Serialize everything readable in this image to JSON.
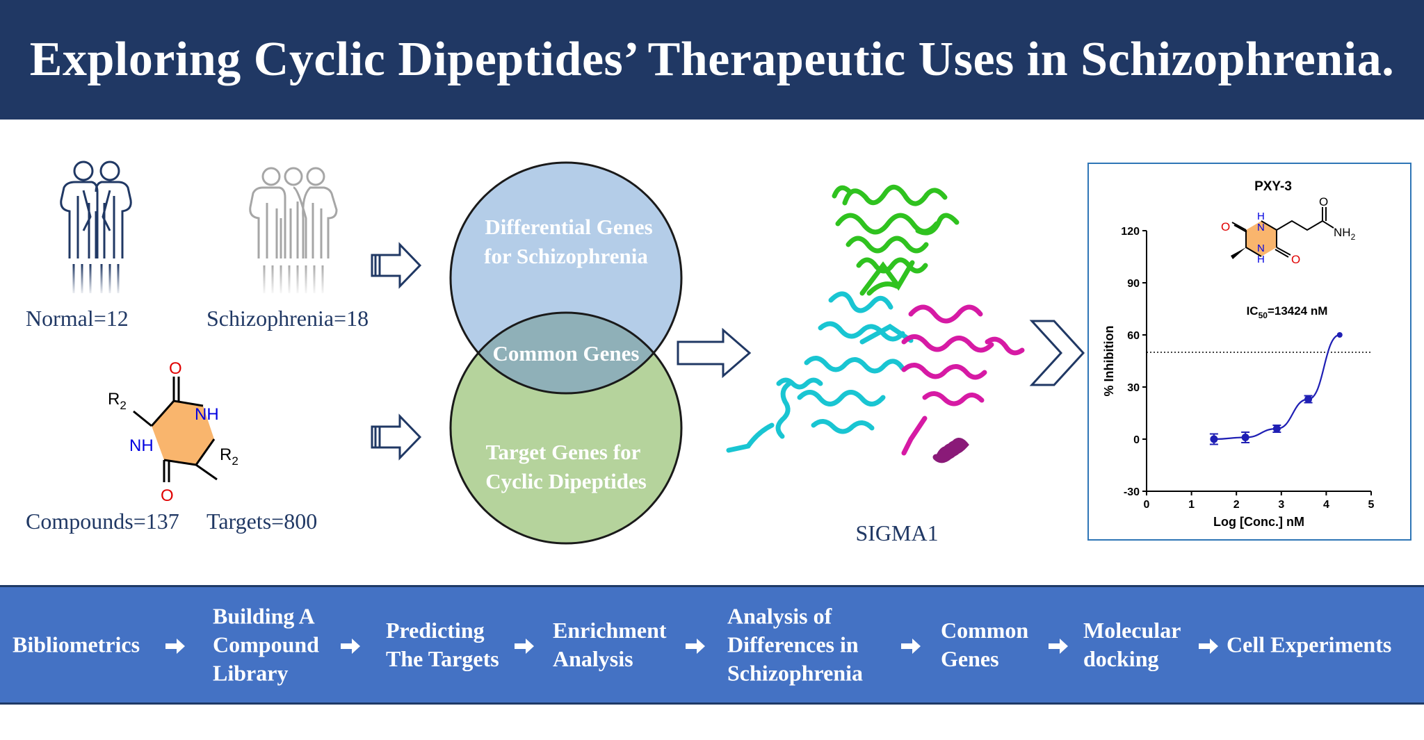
{
  "header": {
    "title": "Exploring Cyclic Dipeptides’ Therapeutic Uses in Schizophrenia."
  },
  "groups": {
    "normal_label": "Normal=12",
    "schizophrenia_label": "Schizophrenia=18",
    "compounds_label": "Compounds=137",
    "targets_label": "Targets=800"
  },
  "structure": {
    "o_top": "O",
    "o_bottom": "O",
    "nh_right": "NH",
    "nh_left": "NH",
    "r_left": "R",
    "r_right": "R",
    "subscript": "2"
  },
  "venn": {
    "top_line1": "Differential Genes",
    "top_line2": "for Schizophrenia",
    "middle": "Common Genes",
    "bottom_line1": "Target Genes for",
    "bottom_line2": "Cyclic Dipeptides"
  },
  "protein": {
    "label": "SIGMA1"
  },
  "compound": {
    "name": "PXY-3",
    "ic50_prefix": "IC",
    "ic50_sub": "50",
    "ic50_value": "=13424 nM",
    "nh": "H",
    "n": "N",
    "o": "O",
    "nh2": "NH",
    "nh2_sub": "2"
  },
  "chart_data": {
    "type": "line",
    "xlabel": "Log [Conc.] nM",
    "ylabel": "% Inhibition",
    "xlim": [
      0,
      5
    ],
    "ylim": [
      -30,
      120
    ],
    "xticks": [
      0,
      1,
      2,
      3,
      4,
      5
    ],
    "yticks": [
      -30,
      0,
      30,
      60,
      90,
      120
    ],
    "reference_line_y": 50,
    "points": [
      {
        "x": 1.5,
        "y": 0,
        "err": 3
      },
      {
        "x": 2.2,
        "y": 1,
        "err": 3
      },
      {
        "x": 2.9,
        "y": 6,
        "err": 2
      },
      {
        "x": 3.6,
        "y": 23,
        "err": 2
      },
      {
        "x": 4.3,
        "y": 60,
        "err": 0
      }
    ],
    "color": "#1f1fb4"
  },
  "workflow": {
    "steps": [
      [
        "Bibliometrics"
      ],
      [
        "Building A",
        "Compound",
        "Library"
      ],
      [
        "Predicting",
        "The Targets"
      ],
      [
        "Enrichment",
        "Analysis"
      ],
      [
        "Analysis of",
        "Differences in",
        "Schizophrenia"
      ],
      [
        "Common",
        "Genes"
      ],
      [
        "Molecular",
        "docking"
      ],
      [
        "Cell Experiments"
      ]
    ]
  },
  "colors": {
    "header_bg": "#203864",
    "bar_bg": "#4472c4",
    "venn_top": "#b4cde8",
    "venn_bottom": "#b5d39c",
    "venn_overlap": "#8fb0b8",
    "cyan": "#19c5d2",
    "green": "#2fc21f",
    "magenta": "#d61aa4"
  }
}
